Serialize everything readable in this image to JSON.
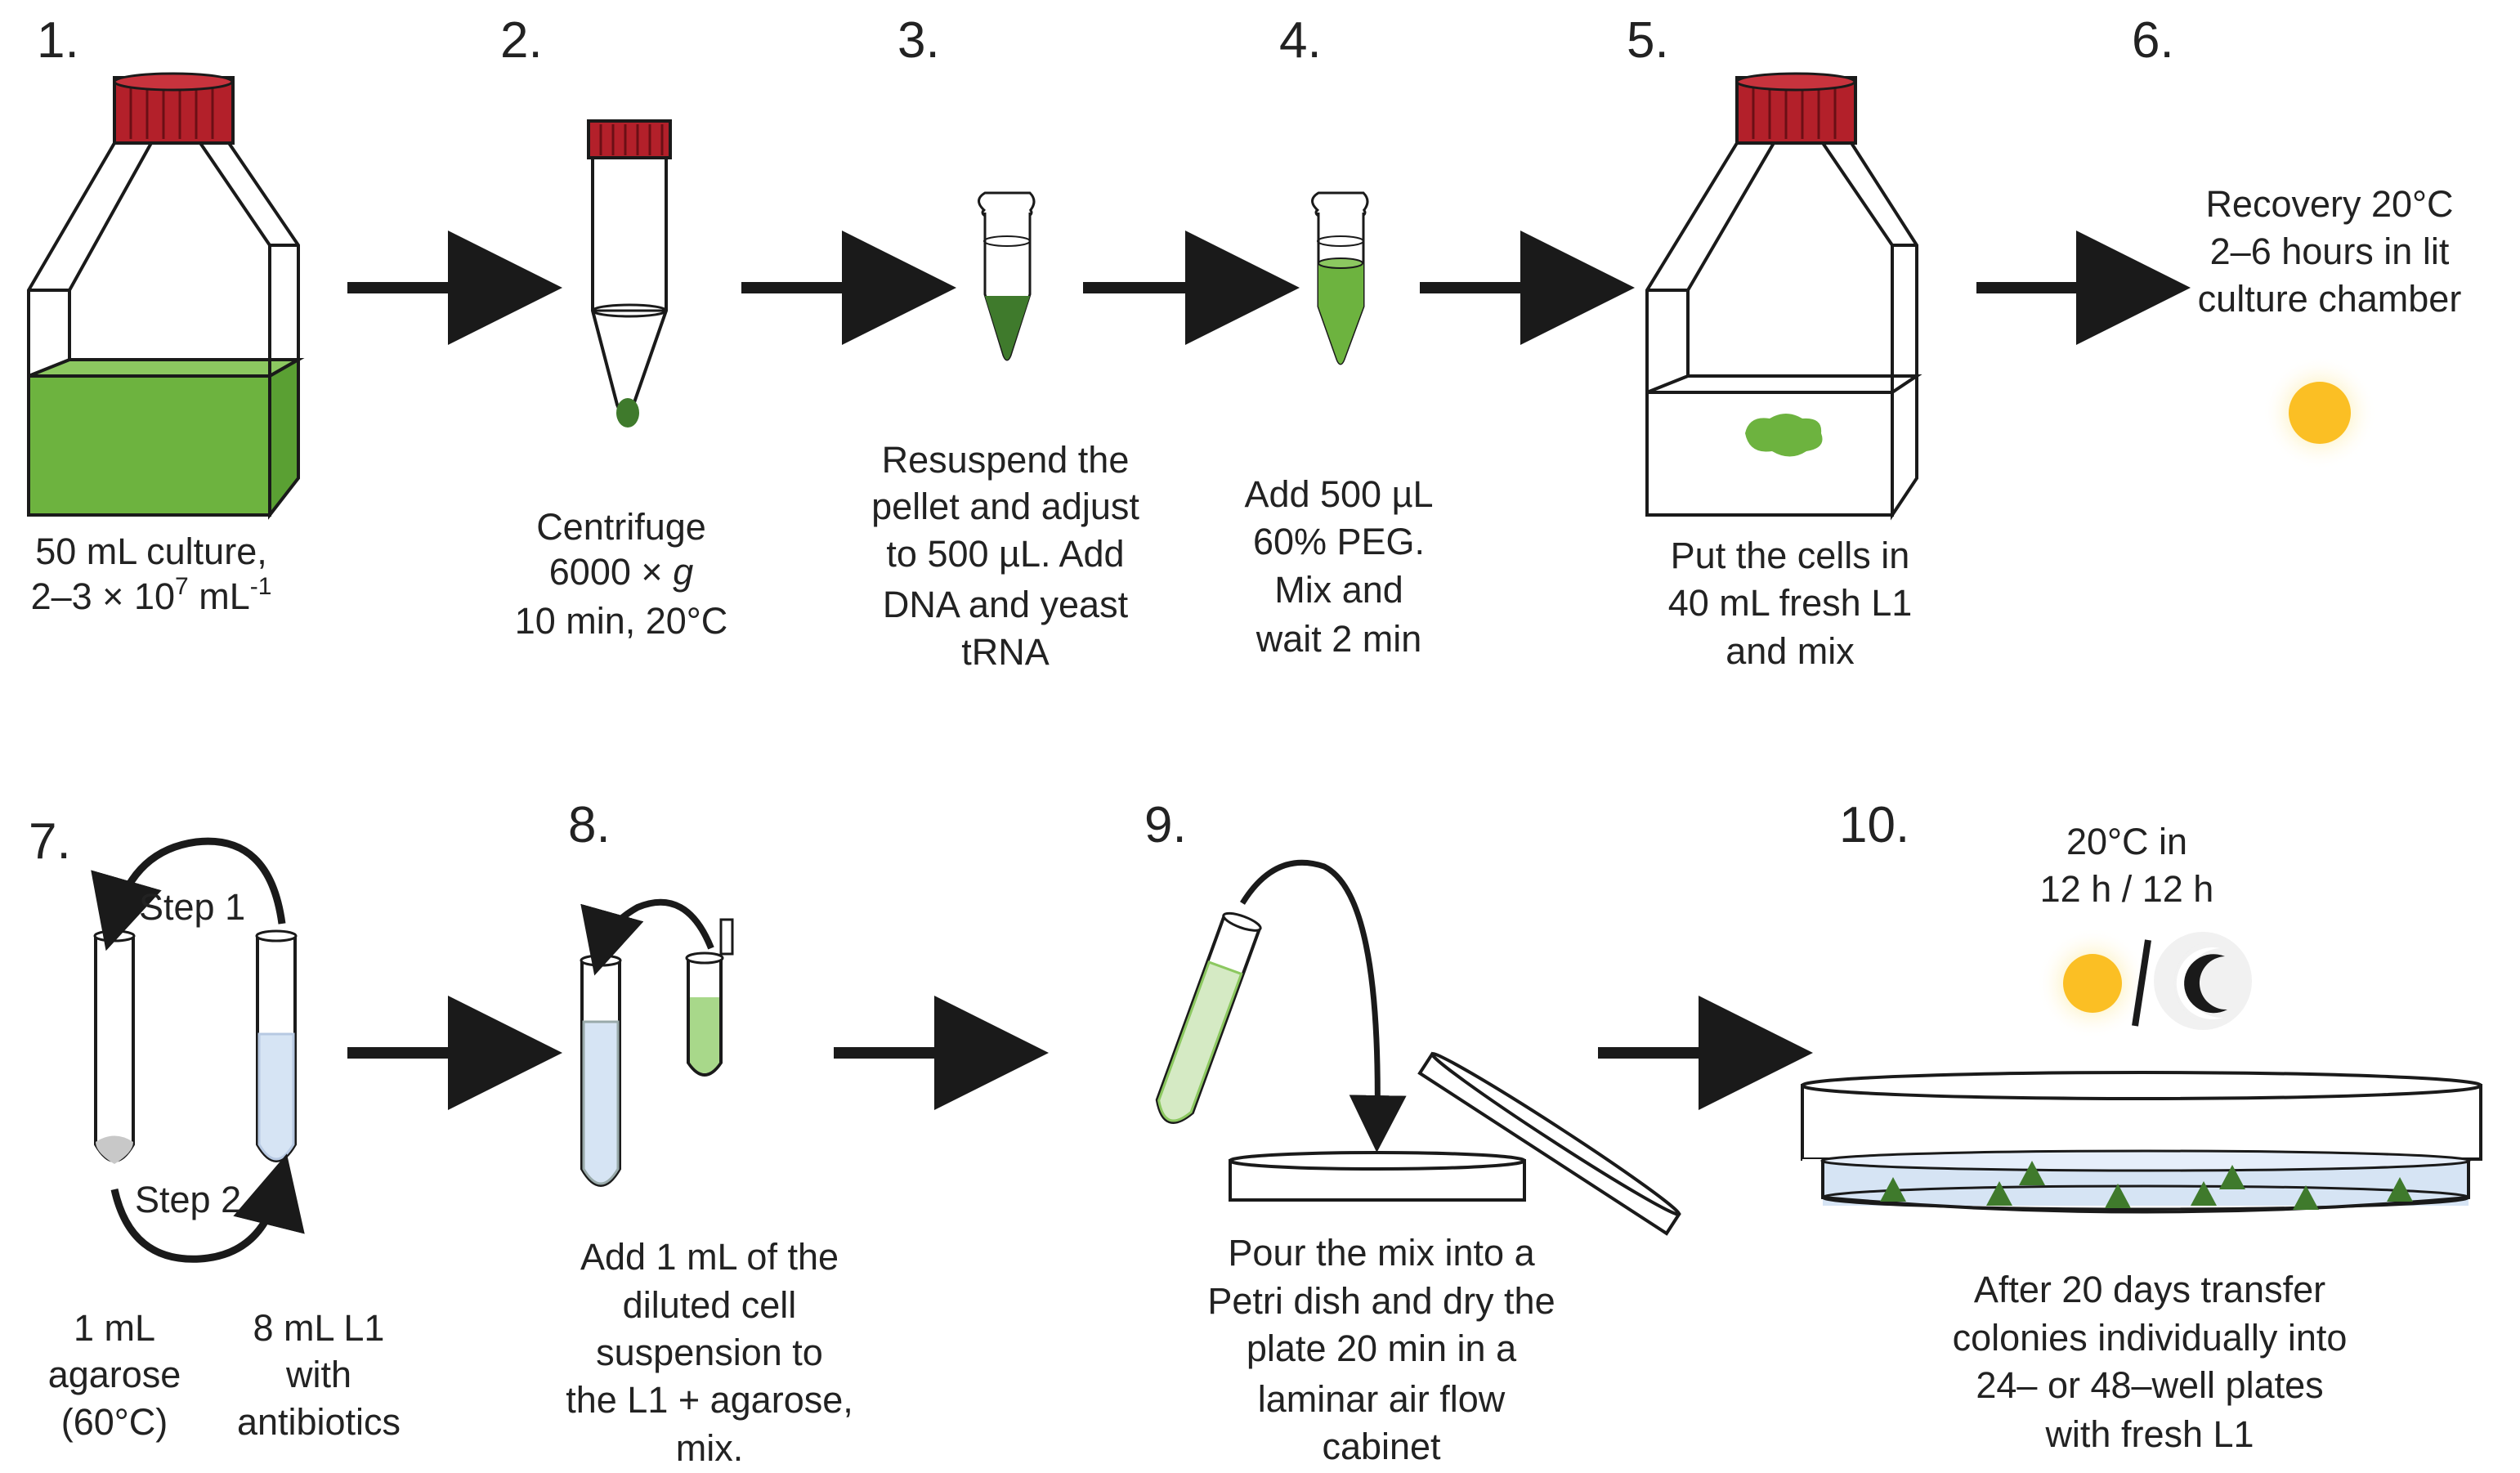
{
  "steps": {
    "s1": {
      "num": "1.",
      "l1": "50 mL culture,",
      "l2_a": "2–3 × 10",
      "l2_sup1": "7",
      "l2_b": " mL",
      "l2_sup2": "-1"
    },
    "s2": {
      "num": "2.",
      "l1": "Centrifuge",
      "l2_a": "6000 × ",
      "l2_g": "g",
      "l3": "10 min, 20°C"
    },
    "s3": {
      "num": "3.",
      "l1": "Resuspend the",
      "l2": "pellet and adjust",
      "l3": "to 500 µL. Add",
      "l4": "DNA and yeast",
      "l5": "tRNA"
    },
    "s4": {
      "num": "4.",
      "l1": "Add 500 µL",
      "l2": "60% PEG.",
      "l3": "Mix and",
      "l4": "wait 2 min"
    },
    "s5": {
      "num": "5.",
      "l1": "Put the cells in",
      "l2": "40 mL fresh L1",
      "l3": "and mix"
    },
    "s6": {
      "num": "6.",
      "l1": "Recovery 20°C",
      "l2": "2–6 hours in lit",
      "l3": "culture chamber"
    },
    "s7": {
      "num": "7.",
      "step1": "Step 1",
      "step2": "Step 2",
      "a1": "1 mL",
      "a2": "agarose",
      "a3": "(60°C)",
      "b1": "8 mL L1",
      "b2": "with",
      "b3": "antibiotics"
    },
    "s8": {
      "num": "8.",
      "l1": "Add 1 mL of the",
      "l2": "diluted cell",
      "l3": "suspension to",
      "l4": "the L1 + agarose,",
      "l5": "mix."
    },
    "s9": {
      "num": "9.",
      "l1": "Pour the mix into a",
      "l2": "Petri dish and dry the",
      "l3": "plate 20 min in a",
      "l4": "laminar air flow",
      "l5": "cabinet"
    },
    "s10": {
      "num": "10.",
      "t1": "20°C  in",
      "t2": "12 h / 12 h",
      "l1": "After 20 days transfer",
      "l2": "colonies individually into",
      "l3": "24– or 48–well plates",
      "l4": "with fresh L1"
    }
  },
  "colors": {
    "cap_red": "#b3202a",
    "culture_green": "#6db33f",
    "pellet_green": "#3f7a2c",
    "medium_blue": "#d6e4f4",
    "sun_yellow": "#fbbf24",
    "arrow": "#1a1a1a"
  }
}
